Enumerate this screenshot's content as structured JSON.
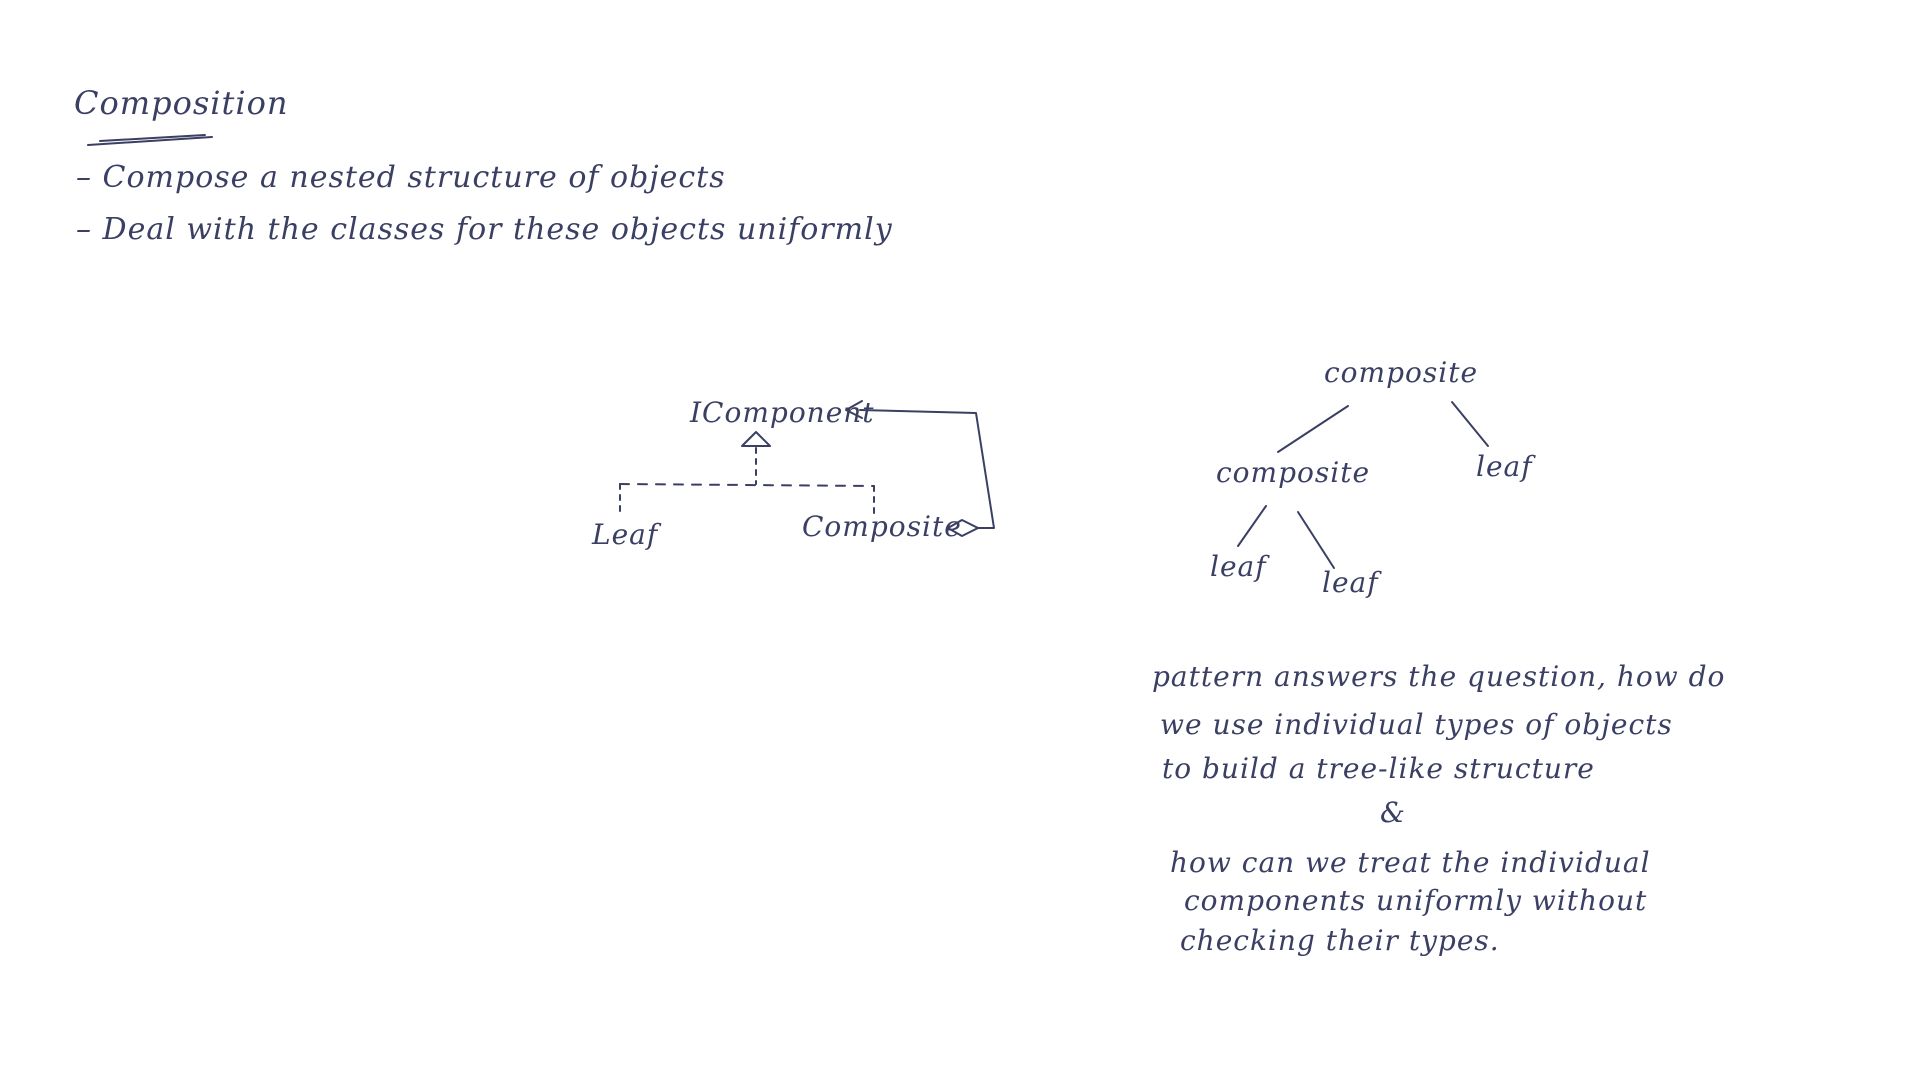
{
  "title": "Composition",
  "bullets": [
    "– Compose a nested structure of objects",
    "– Deal with the classes for these objects uniformly"
  ],
  "uml": {
    "interface": "IComponent",
    "leaf": "Leaf",
    "composite": "Composite"
  },
  "tree": {
    "root": "composite",
    "mid_composite": "composite",
    "right_leaf": "leaf",
    "bottom_leaf_1": "leaf",
    "bottom_leaf_2": "leaf"
  },
  "notes": {
    "line1": "pattern answers the question, how do",
    "line2": "we use individual types of objects",
    "line3": "to build a tree-like structure",
    "amp": "&",
    "line4": "how can we treat the individual",
    "line5": "components uniformly without",
    "line6": "checking their types."
  },
  "colors": {
    "ink": "#3a3f63",
    "background": "#ffffff"
  }
}
